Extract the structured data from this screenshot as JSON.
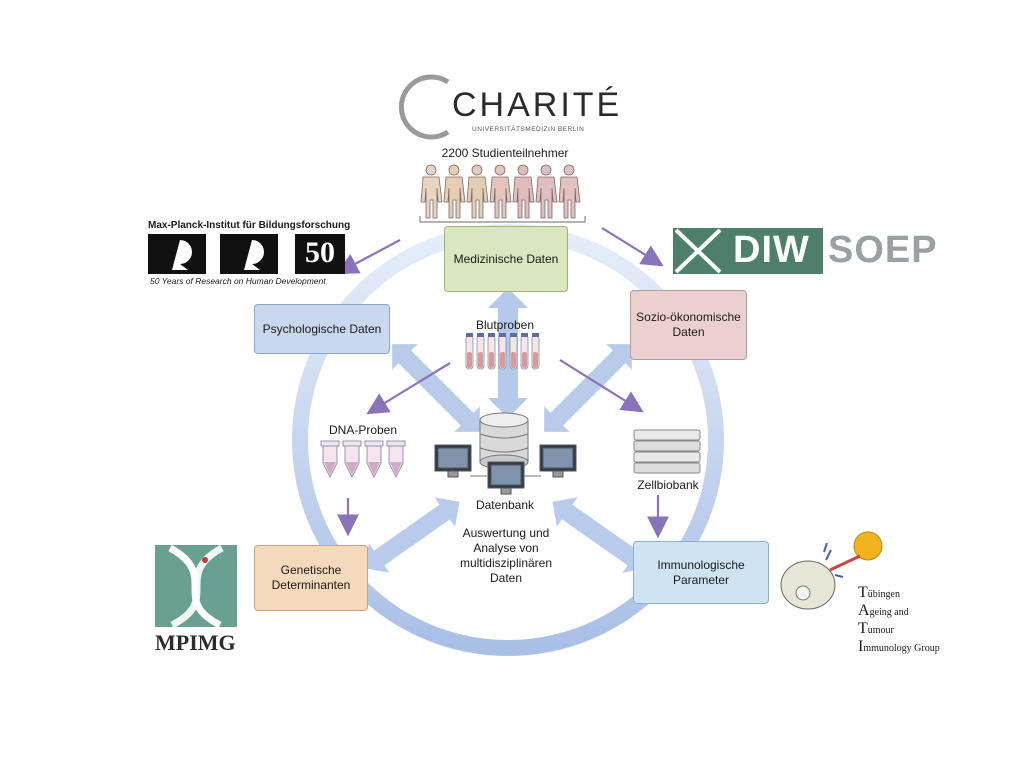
{
  "logos": {
    "charite": {
      "name": "CHARITÉ",
      "subtitle": "UNIVERSITÄTSMEDIZIN BERLIN"
    },
    "mpib": {
      "title": "Max-Planck-Institut für Bildungsforschung",
      "badge": "50",
      "tagline": "50 Years of Research on Human Development"
    },
    "diw": {
      "left": "DIW",
      "right": "SOEP"
    },
    "mpimg": {
      "name": "MPIMG"
    },
    "tati": {
      "lines": [
        {
          "initial": "T",
          "rest": "übingen"
        },
        {
          "initial": "A",
          "rest": "geing and"
        },
        {
          "initial": "T",
          "rest": "umour"
        },
        {
          "initial": "I",
          "rest": "mmunology Group"
        }
      ]
    }
  },
  "participants": {
    "label": "2200 Studienteilnehmer"
  },
  "boxes": {
    "medical": "Medizinische Daten",
    "psych": "Psychologische Daten",
    "socio": "Sozio-ökonomische Daten",
    "genetic": "Genetische Determinanten",
    "immuno": "Immunologische Parameter"
  },
  "labels": {
    "blood": "Blutproben",
    "dna": "DNA-Proben",
    "cellbank": "Zellbiobank",
    "database": "Datenbank",
    "analysis": "Auswertung und Analyse von multidisziplinären Daten"
  },
  "colors": {
    "ring": "#b7c8e8",
    "arrows": "#9fb8e0",
    "purple": "#8a73b8",
    "medical_fill": "#d9e6bf",
    "psych_fill": "#c9d8ee",
    "socio_fill": "#ecd0d0",
    "genetic_fill": "#f5d9bc",
    "immuno_fill": "#cfe4f2",
    "diw_green": "#4d7f6a",
    "tati_gold": "#f2b21e"
  }
}
